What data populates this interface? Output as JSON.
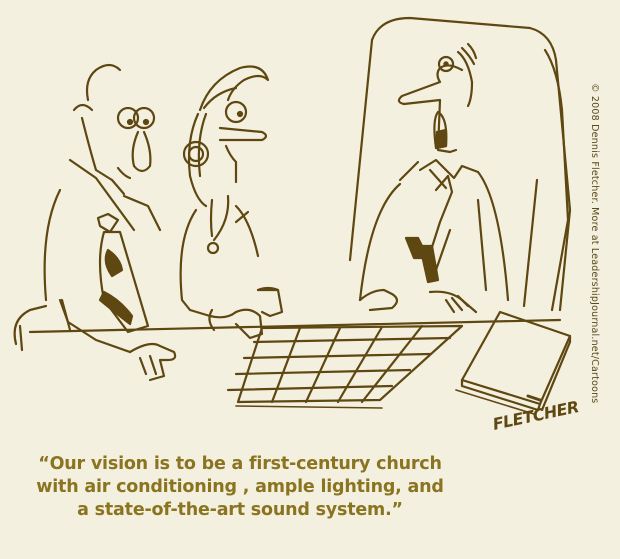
{
  "cartoon": {
    "caption_lines": [
      "“Our vision is to be a first-century church",
      "with air conditioning , ample lighting, and",
      "a state-of-the-art sound system.”"
    ],
    "copyright": "© 2008 Dennis Fletcher.  More at LeadershipJournal.net/Cartoons",
    "signature": "FLETCHER"
  },
  "colors": {
    "background": "#f4f0e0",
    "ink": "#5e4710",
    "caption": "#8a7420"
  }
}
